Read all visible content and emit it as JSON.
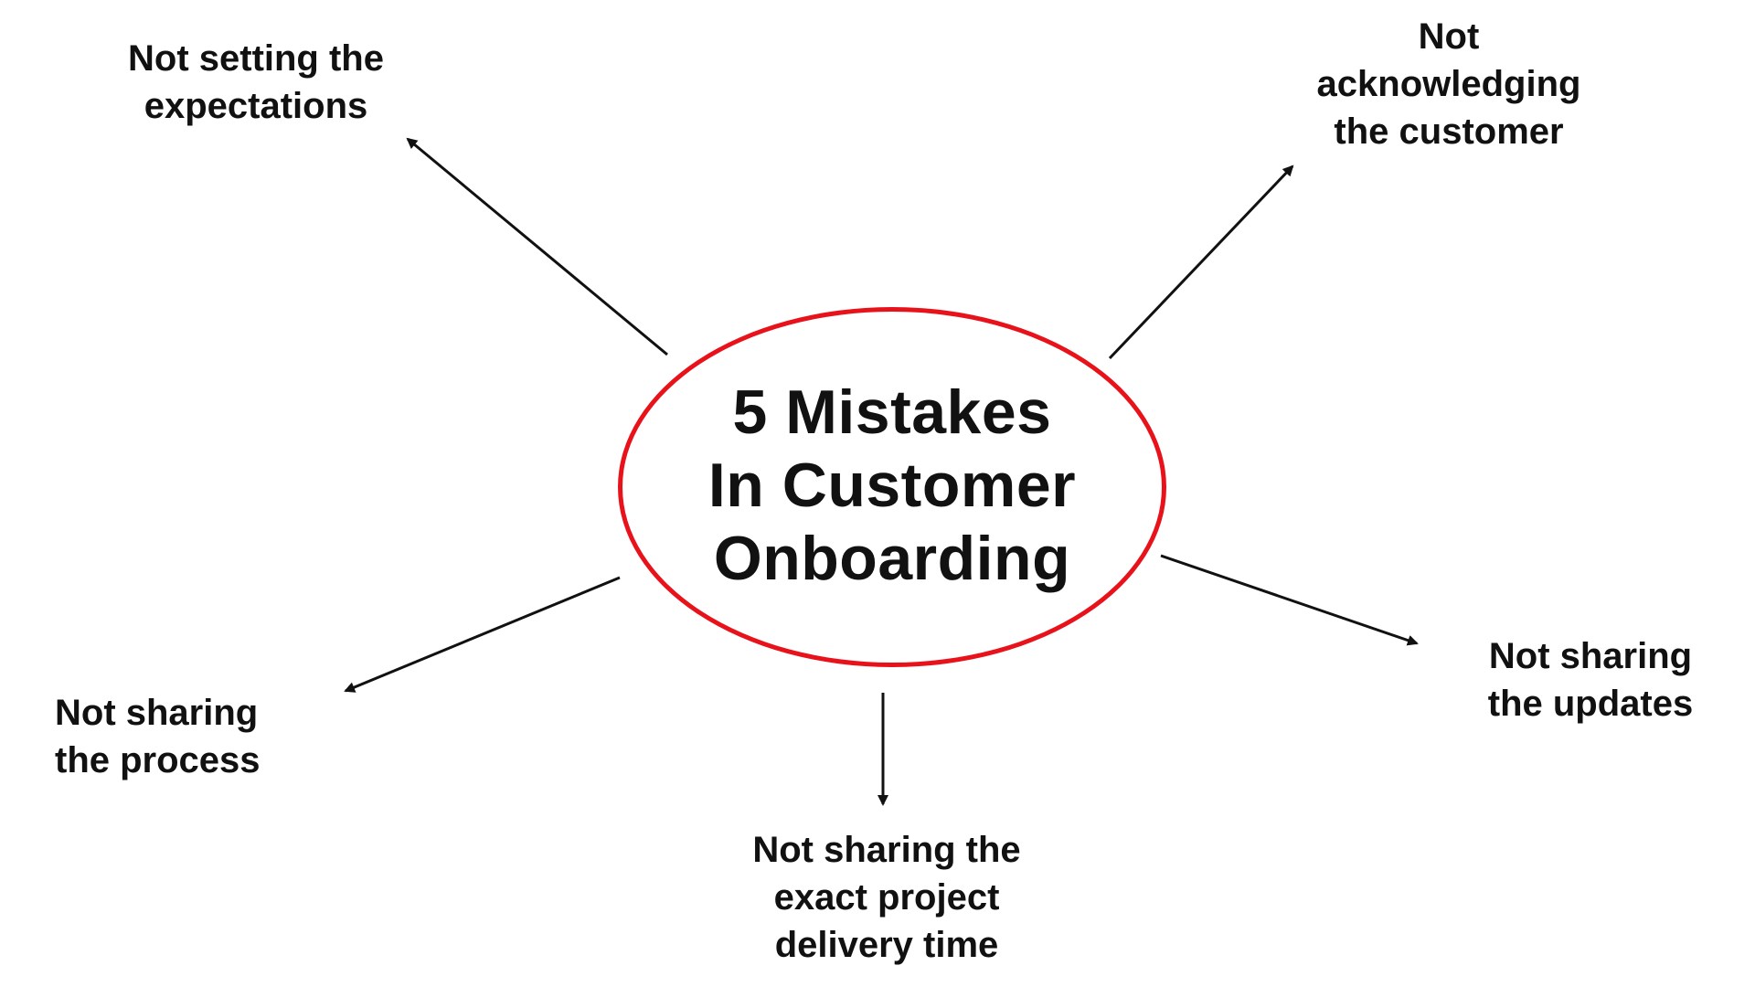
{
  "center": {
    "title_lines": [
      "5 Mistakes",
      "In Customer",
      "Onboarding"
    ],
    "border_color": "#e8121b"
  },
  "mistakes": [
    {
      "lines": [
        "Not setting the",
        "expectations"
      ]
    },
    {
      "lines": [
        "Not",
        "acknowledging",
        "the customer"
      ]
    },
    {
      "lines": [
        "Not sharing",
        "the updates"
      ]
    },
    {
      "lines": [
        "Not sharing",
        "the process"
      ]
    },
    {
      "lines": [
        "Not sharing the",
        "exact project",
        "delivery time"
      ]
    }
  ],
  "colors": {
    "text": "#111111",
    "arrow": "#111111",
    "background": "#ffffff"
  }
}
